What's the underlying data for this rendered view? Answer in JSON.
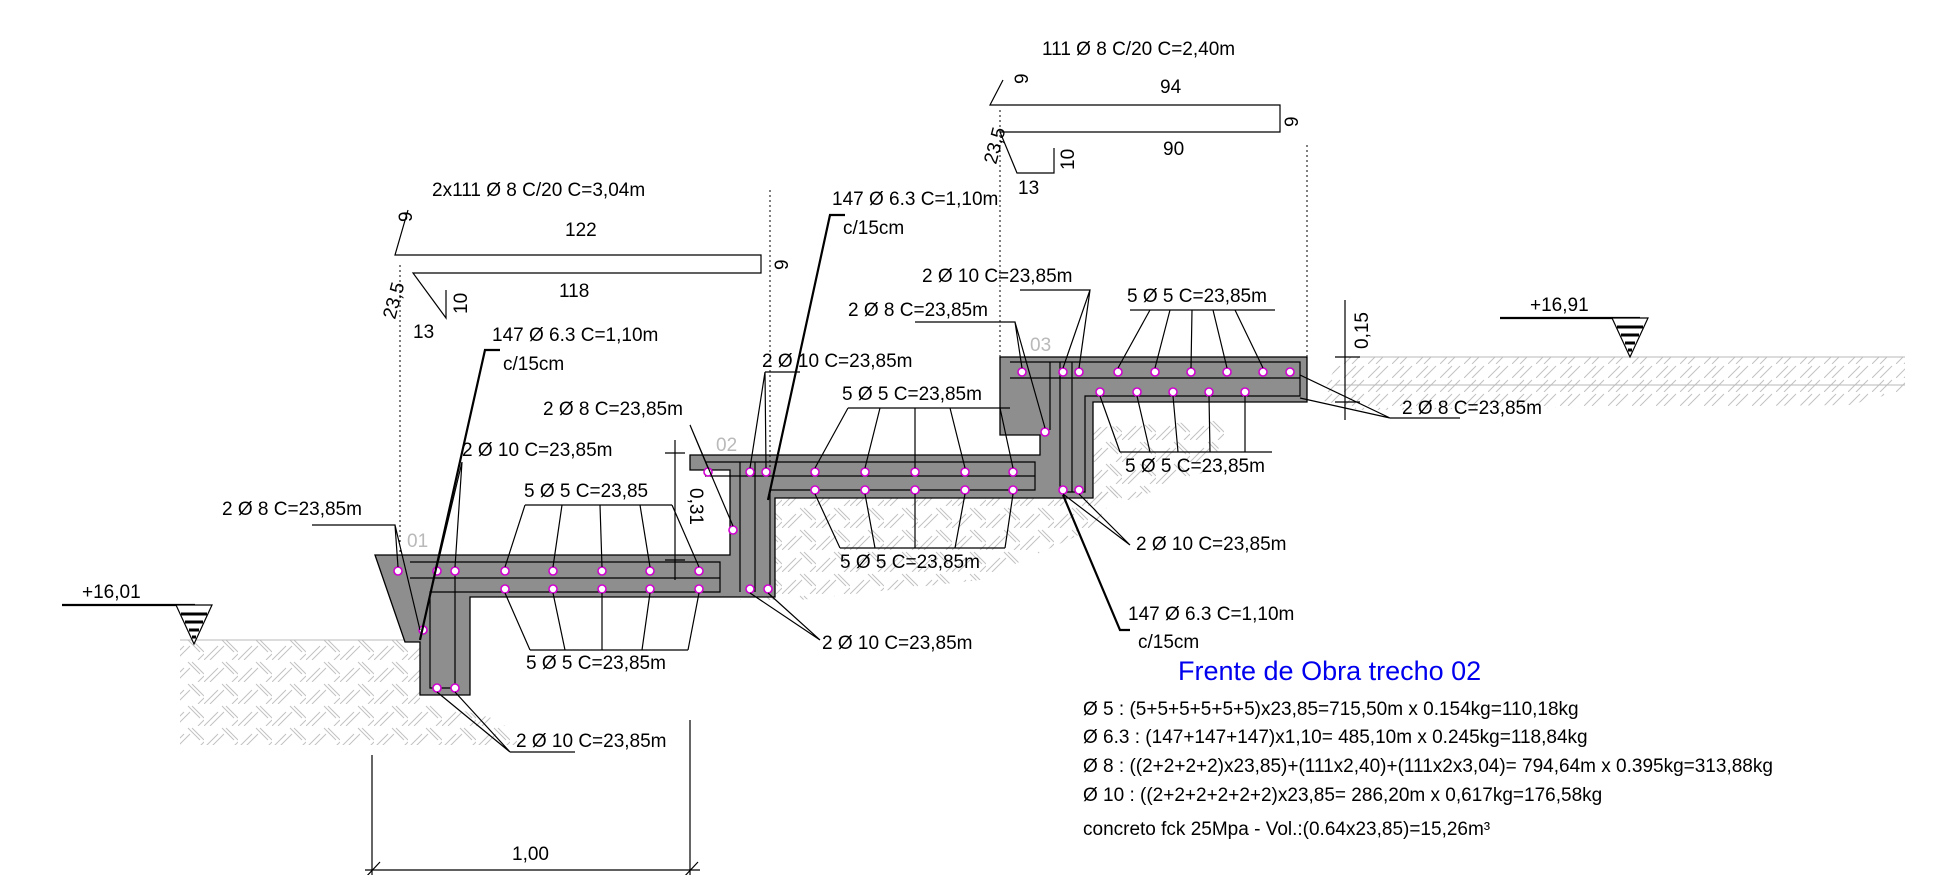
{
  "levels": {
    "left": "+16,01",
    "right": "+16,91"
  },
  "step_tags": [
    "01",
    "02",
    "03"
  ],
  "bend_bar_lower": {
    "title": "2x111 Ø 8 C/20 C=3,04m",
    "top": "122",
    "bottom": "118",
    "hook": "9",
    "leg": "23,5",
    "foot": "13",
    "foot_up": "10",
    "end": "9"
  },
  "bend_bar_upper": {
    "title": "111 Ø 8 C/20 C=2,40m",
    "top": "94",
    "bottom": "90",
    "hook": "9",
    "leg": "23,5",
    "foot": "13",
    "foot_up": "10",
    "end": "9"
  },
  "stirrup_labels": {
    "s1_line1": "147 Ø 6.3 C=1,10m",
    "s1_line2": "c/15cm",
    "s2_line1": "147 Ø 6.3 C=1,10m",
    "s2_line2": "c/15cm",
    "s3_line1": "147 Ø 6.3 C=1,10m",
    "s3_line2": "c/15cm"
  },
  "rebar_labels": {
    "l1": "2 Ø 8 C=23,85m",
    "l2": "2 Ø 10 C=23,85m",
    "l3": "5 Ø 5 C=23,85",
    "l4": "5 Ø 5 C=23,85m",
    "l5": "2 Ø 10 C=23,85m",
    "l6": "2 Ø 10 C=23,85m",
    "l7": "2 Ø 8 C=23,85m",
    "l8": "2 Ø 10 C=23,85m",
    "l9": "5 Ø 5 C=23,85m",
    "l10": "5 Ø 5 C=23,85m",
    "l11": "2 Ø 8 C=23,85m",
    "l12": "2 Ø 10 C=23,85m",
    "l13": "5 Ø 5 C=23,85m",
    "l14": "5 Ø 5 C=23,85m",
    "l15": "2 Ø 10 C=23,85m",
    "l16": "2 Ø 8 C=23,85m"
  },
  "dimensions": {
    "step_height": "0,31",
    "cover": "0,15",
    "base_width": "1,00"
  },
  "summary": {
    "title": "Frente de Obra trecho 02",
    "lines": [
      "Ø 5 : (5+5+5+5+5+5)x23,85=715,50m x 0.154kg=110,18kg",
      "Ø 6.3 : (147+147+147)x1,10= 485,10m x 0.245kg=118,84kg",
      "Ø 8 : ((2+2+2+2)x23,85)+(111x2,40)+(111x2x3,04)= 794,64m x 0.395kg=313,88kg",
      "Ø 10 : ((2+2+2+2+2+2)x23,85= 286,20m x 0,617kg=176,58kg",
      "concreto fck 25Mpa - Vol.:(0.64x23,85)=15,26m³"
    ]
  }
}
